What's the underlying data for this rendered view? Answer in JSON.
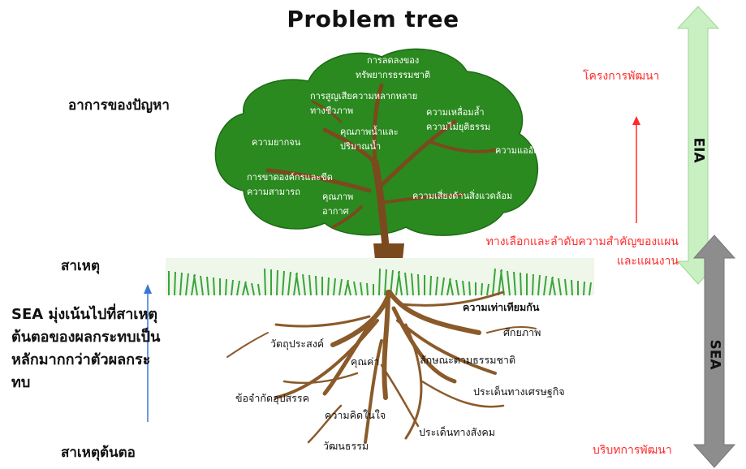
{
  "title": "Problem tree",
  "left_labels": {
    "symptoms": "อาการของปัญหา",
    "causes": "สาเหตุ",
    "sea_focus": "SEA มุ่งเน้นไปที่สาเหตุต้นตอของผลกระทบเป็นหลักมากกว่าตัวผลกระทบ",
    "root_causes": "สาเหตุต้นตอ"
  },
  "canopy_items": [
    "การลดลงของ\nทรัพยากรธรรมชาติ",
    "การสูญเสียความหลากหลาย\nทางชีวภาพ",
    "ความเหลื่อมล้ำ\nความไม่ยุติธรรม",
    "ความยากจน",
    "คุณภาพน้ำและ\nปริมาณน้ำ",
    "ความแออัด",
    "การขาดองค์กรและขีด\nความสามารถ",
    "คุณภาพ\nอากาศ",
    "ความเสี่ยงด้านสิ่งแวดล้อม"
  ],
  "root_items": [
    "ความเท่าเทียมกัน",
    "ศักยภาพ",
    "วัตถุประสงค์",
    "คุณค่า",
    "ลักษณะตามธรรมชาติ",
    "ประเด็นทางเศรษฐกิจ",
    "ข้อจำกัดอุปสรรค",
    "ความคิดในใจ",
    "ประเด็นทางสังคม",
    "วัฒนธรรม"
  ],
  "right_labels": {
    "development_project": "โครงการพัฒนา",
    "plan_alternatives": "ทางเลือกและลำดับความสำคัญของแผน\nและแผนงาน",
    "development_context": "บริบทการพัฒนา"
  },
  "arrows": {
    "eia_label": "EIA",
    "sea_label": "SEA"
  },
  "colors": {
    "canopy": "#2a8a1f",
    "trunk": "#7a4a1e",
    "grass": "#3aa43a",
    "eia_arrow": "#c9f0c2",
    "sea_arrow": "#8d8d8d",
    "red_text": "#ff2b2b",
    "blue_arrow": "#3a78d8"
  }
}
